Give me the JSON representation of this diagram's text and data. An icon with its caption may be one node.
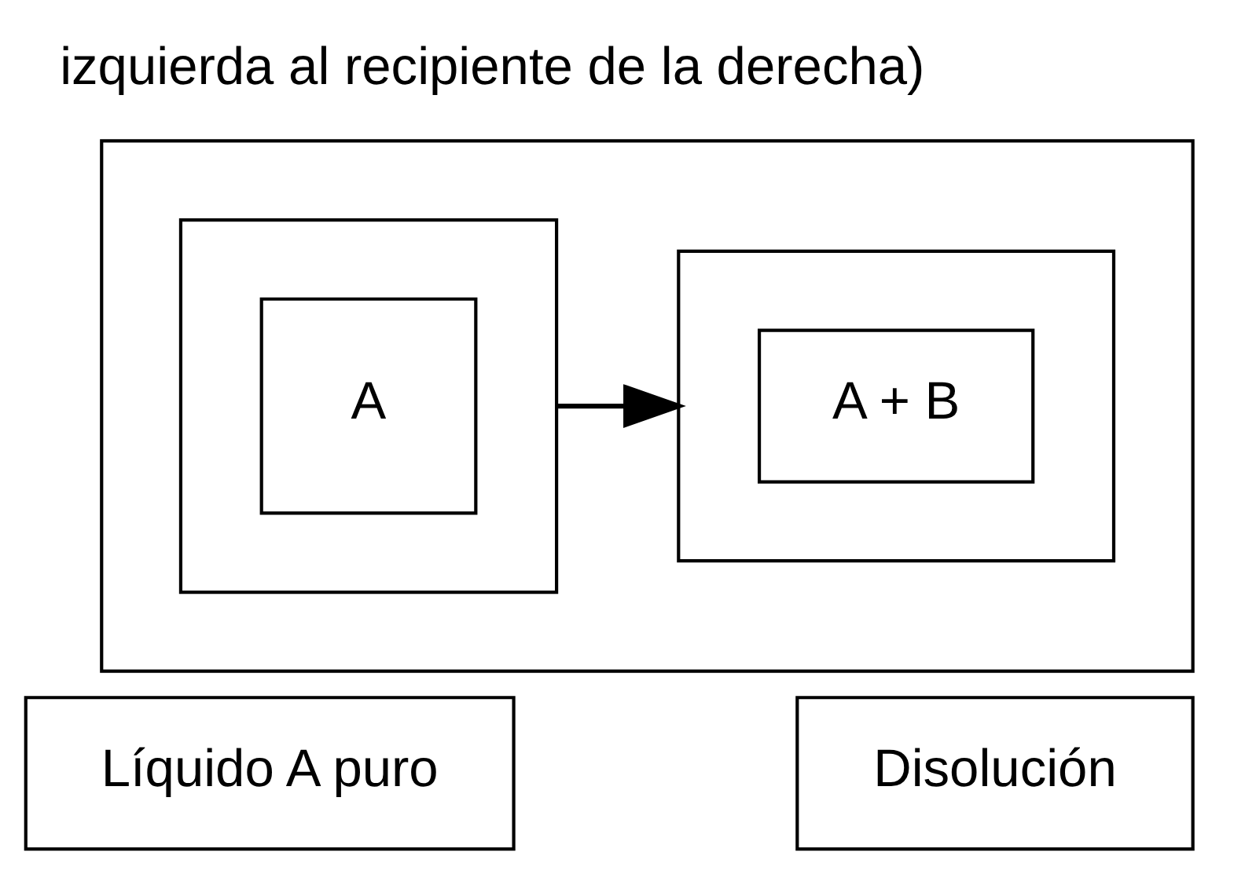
{
  "diagram": {
    "title": "izquierda al recipiente de la derecha)",
    "nodes": [
      {
        "text": [],
        "shape": "box"
      },
      {
        "text": [],
        "shape": "box",
        "in": 0
      },
      {
        "text": [
          "A"
        ],
        "in": 1
      },
      {
        "text": [],
        "shape": "box",
        "in": 0
      },
      {
        "text": [
          "A + B"
        ],
        "in": 3
      },
      {
        "text": [
          "Líquido A puro"
        ]
      },
      {
        "text": [
          "Disolución"
        ]
      }
    ],
    "edges": [
      {
        "from": 1,
        "to": 3,
        "arrow": "to"
      }
    ]
  }
}
